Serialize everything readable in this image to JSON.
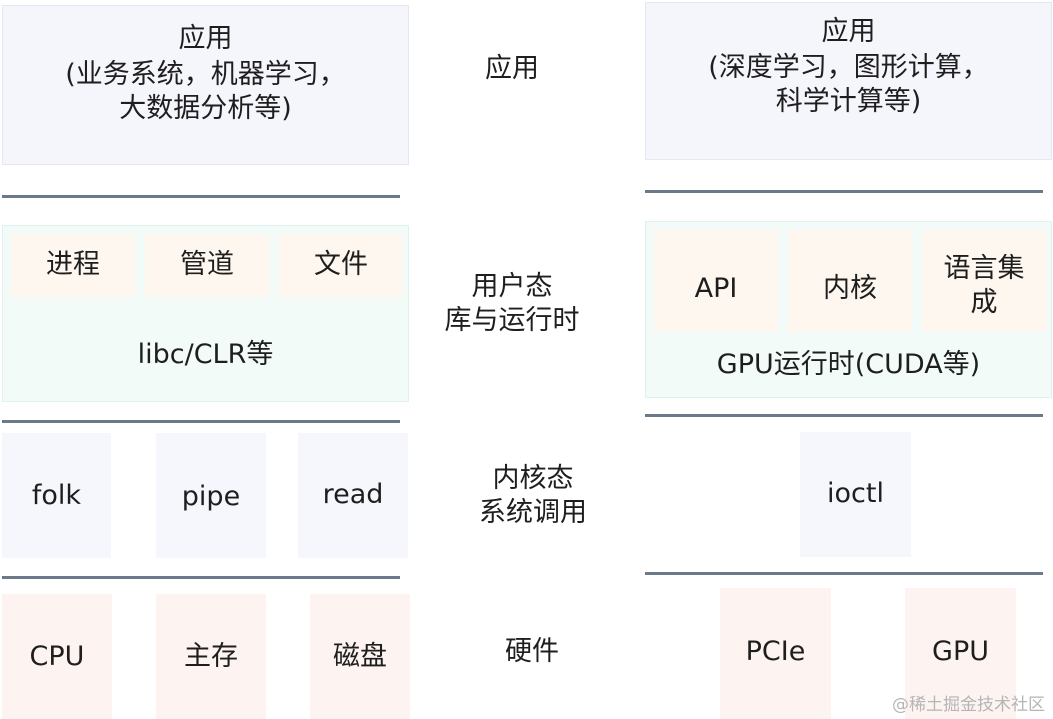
{
  "left": {
    "app_title": "应用",
    "app_detail": "(业务系统，机器学习，\n大数据分析等)",
    "runtime_items": [
      "进程",
      "管道",
      "文件"
    ],
    "runtime_label": "libc/CLR等",
    "syscalls": [
      "folk",
      "pipe",
      "read"
    ],
    "hardware": [
      "CPU",
      "主存",
      "磁盘"
    ]
  },
  "middle": {
    "app": "应用",
    "runtime": "用户态\n库与运行时",
    "kernel": "内核态\n系统调用",
    "hardware": "硬件"
  },
  "right": {
    "app_title": "应用",
    "app_detail": "(深度学习，图形计算，\n科学计算等)",
    "runtime_items": [
      "API",
      "内核",
      "语言集\n成"
    ],
    "runtime_label": "GPU运行时(CUDA等)",
    "syscalls": [
      "ioctl"
    ],
    "hardware": [
      "PCIe",
      "GPU"
    ]
  },
  "watermark": "@稀土掘金技术社区",
  "colors": {
    "app_fill": "#f5f5fc",
    "runtime_fill": "#f3fbf9",
    "runtime_item_fill": "#fdf7ef",
    "kernel_fill": "#f5f7fc",
    "hardware_fill": "#fdf4f2",
    "divider": "#6b7a8a"
  }
}
